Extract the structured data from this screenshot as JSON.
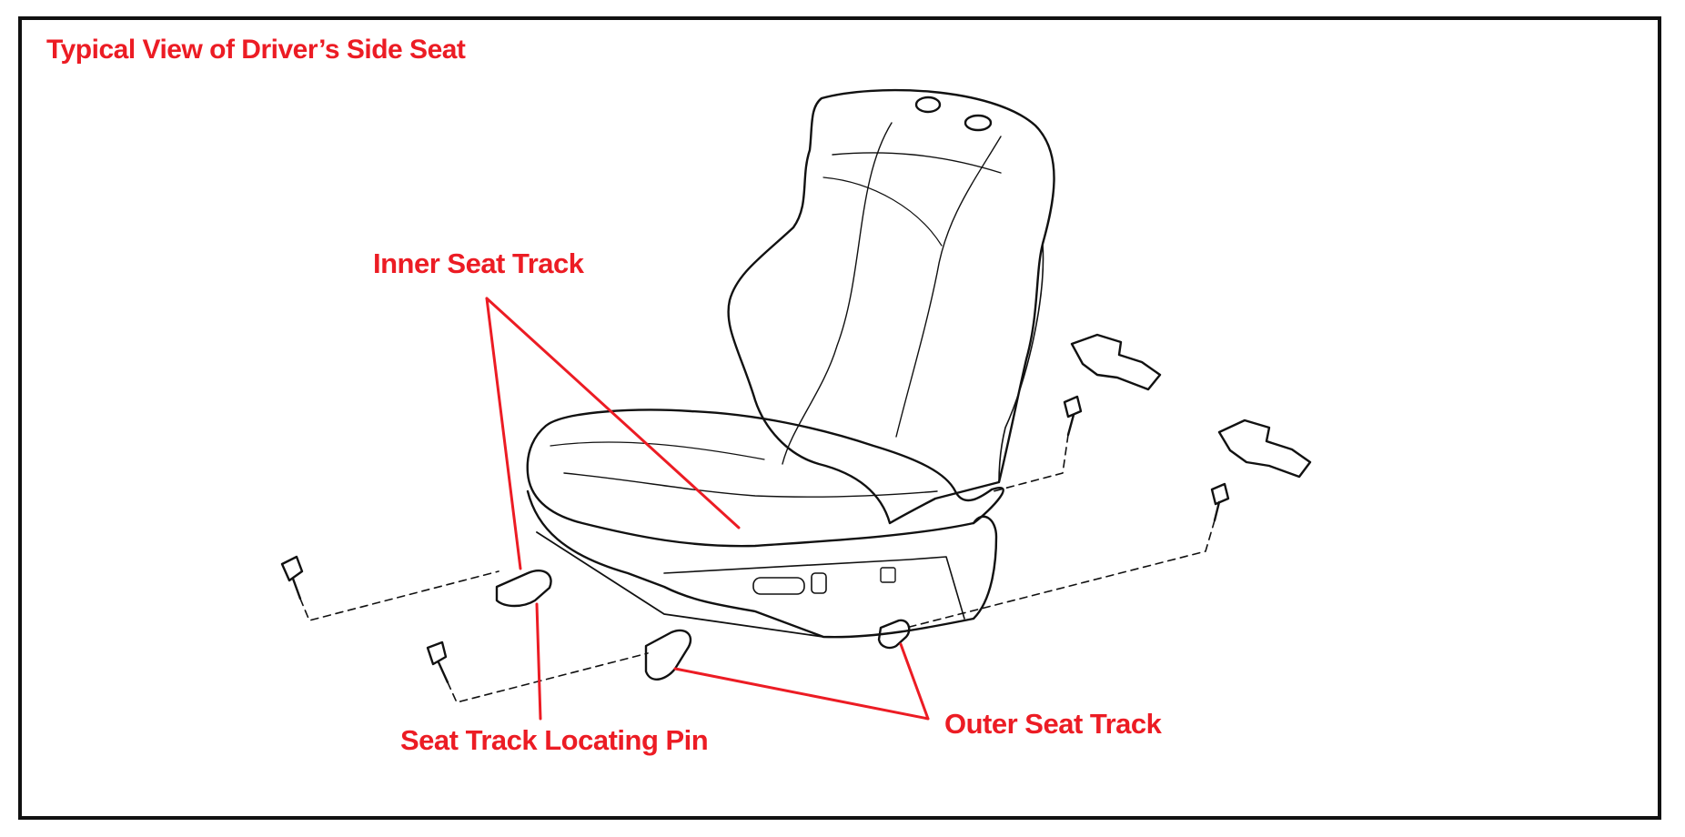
{
  "figure": {
    "title": "Typical View of Driver’s Side Seat",
    "label_color": "#ec1c24"
  },
  "callouts": {
    "inner_seat_track": "Inner Seat Track",
    "seat_track_locating_pin": "Seat Track Locating Pin",
    "outer_seat_track": "Outer Seat Track"
  }
}
